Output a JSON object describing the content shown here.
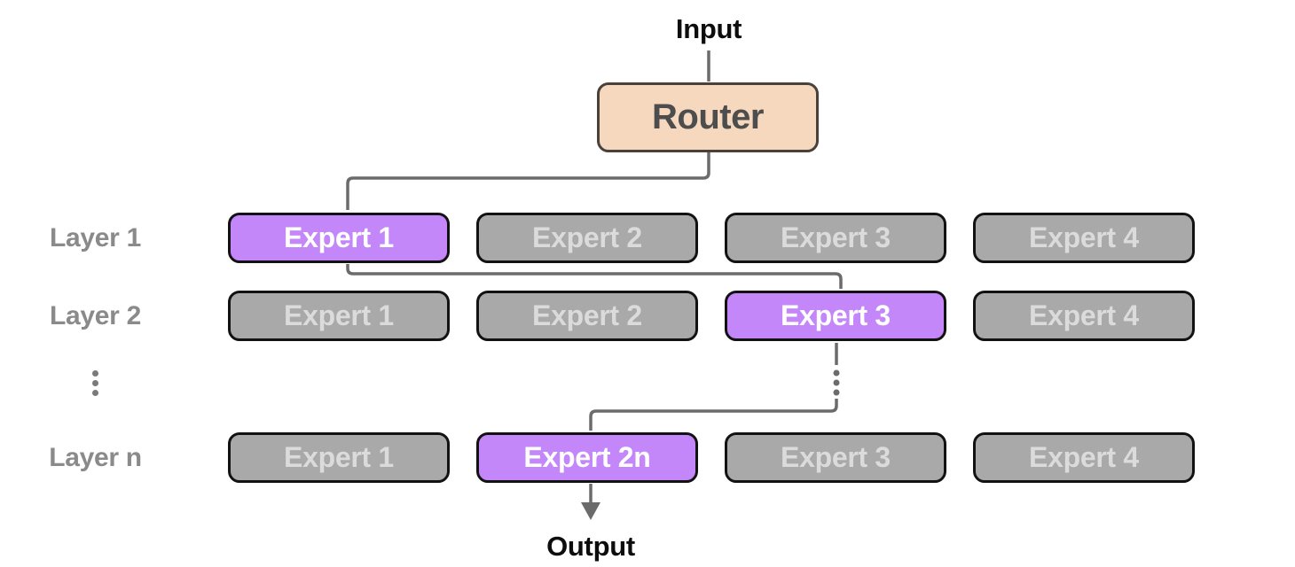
{
  "diagram": {
    "input_label": "Input",
    "output_label": "Output",
    "router": {
      "label": "Router"
    },
    "layers": [
      {
        "label": "Layer 1",
        "experts": [
          {
            "label": "Expert 1",
            "highlighted": true
          },
          {
            "label": "Expert 2",
            "highlighted": false
          },
          {
            "label": "Expert 3",
            "highlighted": false
          },
          {
            "label": "Expert 4",
            "highlighted": false
          }
        ]
      },
      {
        "label": "Layer 2",
        "experts": [
          {
            "label": "Expert 1",
            "highlighted": false
          },
          {
            "label": "Expert 2",
            "highlighted": false
          },
          {
            "label": "Expert 3",
            "highlighted": true
          },
          {
            "label": "Expert 4",
            "highlighted": false
          }
        ]
      },
      {
        "label": "Layer n",
        "experts": [
          {
            "label": "Expert 1",
            "highlighted": false
          },
          {
            "label": "Expert 2n",
            "highlighted": true
          },
          {
            "label": "Expert 3",
            "highlighted": false
          },
          {
            "label": "Expert 4",
            "highlighted": false
          }
        ]
      }
    ],
    "route_path": [
      "Input",
      "Router",
      "Layer 1 / Expert 1",
      "Layer 2 / Expert 3",
      "Layer n / Expert 2n",
      "Output"
    ],
    "icons": {
      "vertical_ellipsis": "vertical-ellipsis",
      "arrow_down": "arrow-down"
    },
    "colors": {
      "background": "#FFFFFF",
      "active": "#C487FA",
      "active_text": "#FFFFFF",
      "inactive": "#A9A9A9",
      "inactive_text": "#DBDBDB",
      "box_border": "#121212",
      "router_fill": "#F6D8BF",
      "router_border": "#4A413B",
      "router_text": "#4D4D4D",
      "line": "#6B6B6B",
      "label": "#8A8A8A",
      "io_text": "#0D0D0D",
      "ellipsis": "#7A7A7A"
    }
  }
}
